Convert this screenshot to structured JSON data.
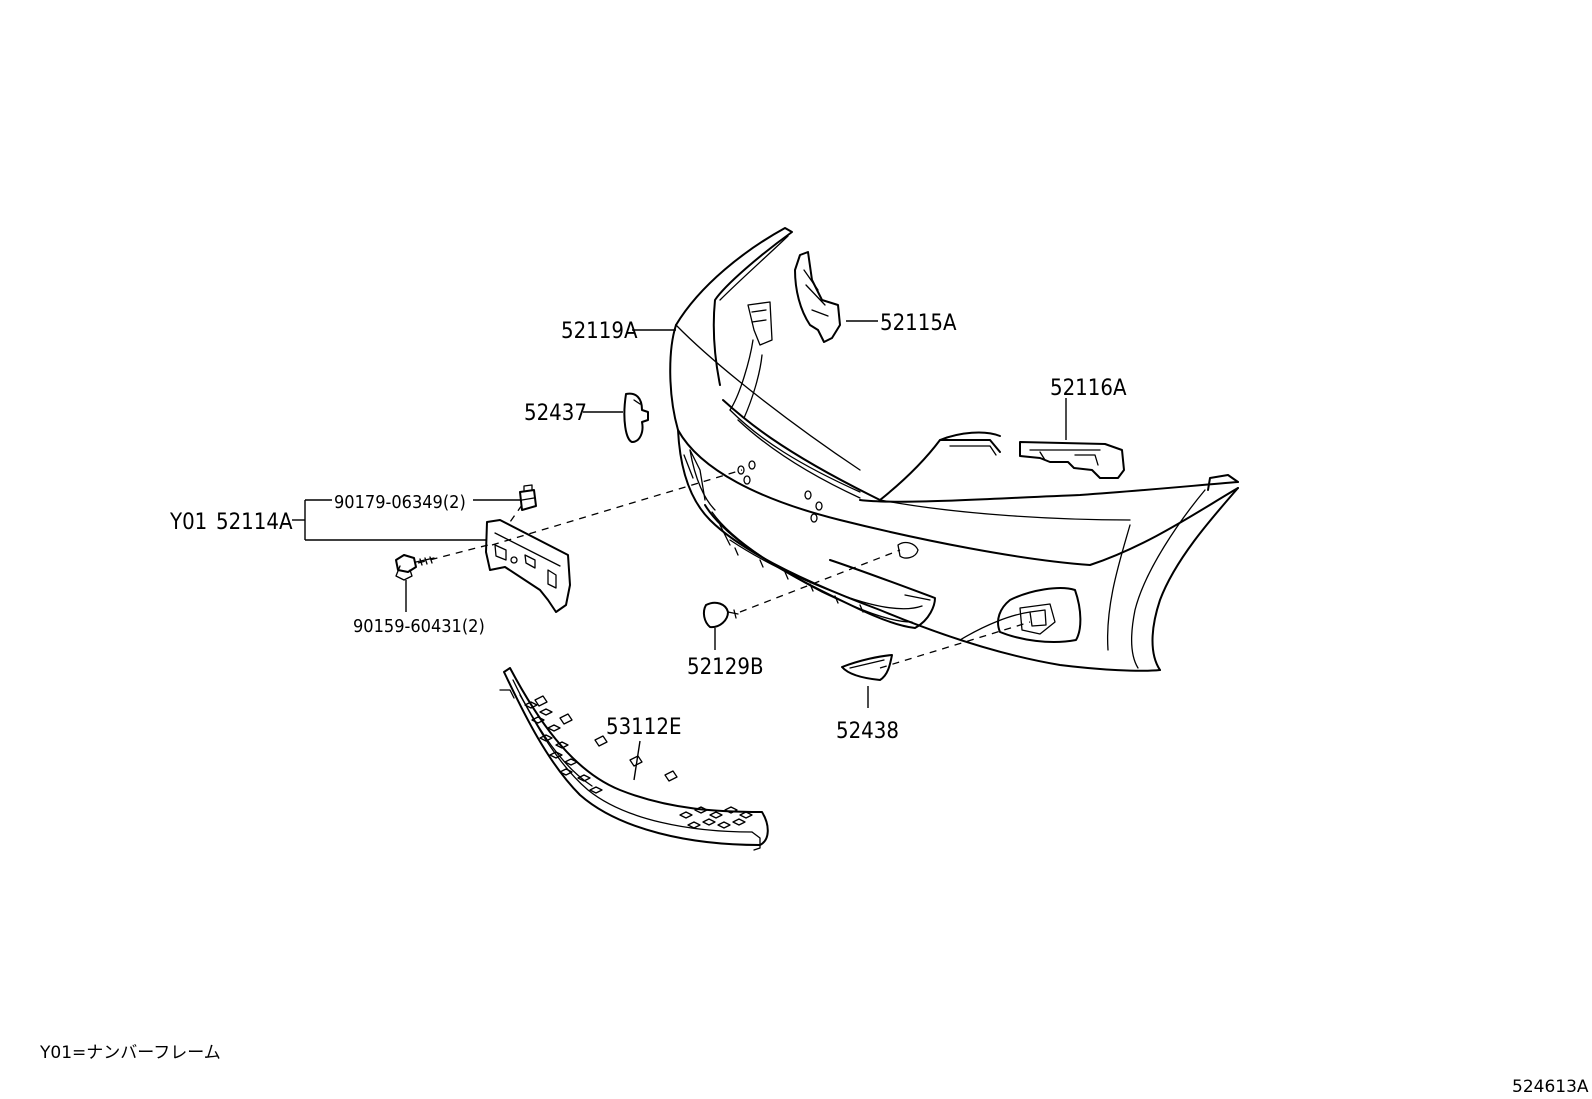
{
  "labels": {
    "bumper_cover": "52119A",
    "retainer_upper": "52115A",
    "retainer_side": "52116A",
    "lamp_cover_left": "52437",
    "lamp_cover_right": "52438",
    "plate_prefix": "Y01",
    "plate_bracket": "52114A",
    "plate_clip": "90179-06349(2)",
    "plate_screw": "90159-60431(2)",
    "tow_hook_cover": "52129B",
    "lower_grille": "53112E"
  },
  "footnote": "Y01=ナンバーフレーム",
  "diagram_id": "524613A"
}
